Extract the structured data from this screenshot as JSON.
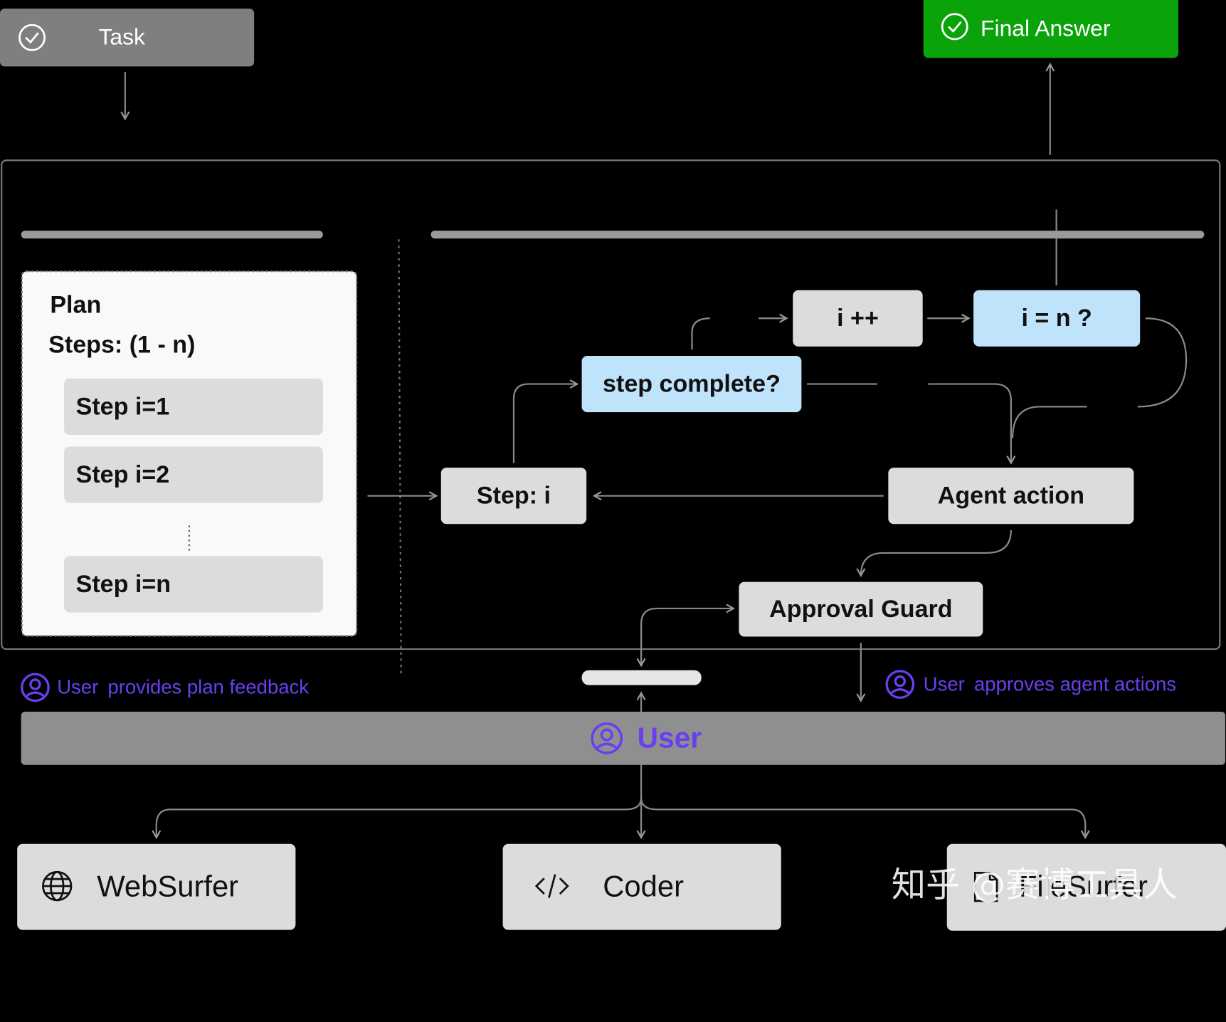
{
  "task": {
    "label": "Task",
    "icon": "check-circle-icon"
  },
  "final_answer": {
    "label": "Final Answer",
    "icon": "check-circle-icon",
    "color": "#0aa30a"
  },
  "plan": {
    "title": "Plan",
    "steps_label": "Steps: (1 - n)",
    "steps": [
      "Step i=1",
      "Step i=2",
      "Step i=n"
    ]
  },
  "flow": {
    "step_current": "Step: i",
    "step_complete": "step complete?",
    "increment": "i ++",
    "check_last": "i = n ?",
    "agent_action": "Agent action",
    "approval_guard": "Approval Guard"
  },
  "user_notes": {
    "plan_feedback_user": "User",
    "plan_feedback_text": "provides plan feedback",
    "approves_user": "User",
    "approves_text": "approves agent actions"
  },
  "user_bar": {
    "label": "User",
    "icon": "user-circle-icon",
    "accent": "#6a3ff0"
  },
  "agents": [
    {
      "label": "WebSurfer",
      "icon": "globe-icon"
    },
    {
      "label": "Coder",
      "icon": "code-icon"
    },
    {
      "label": "FileSurfer",
      "icon": "file-icon"
    }
  ],
  "watermark": "知乎 @赛博工具人",
  "colors": {
    "blue_box": "#bfe3fb",
    "grey_box": "#dcdcdc",
    "user_purple": "#6a3ff0"
  }
}
